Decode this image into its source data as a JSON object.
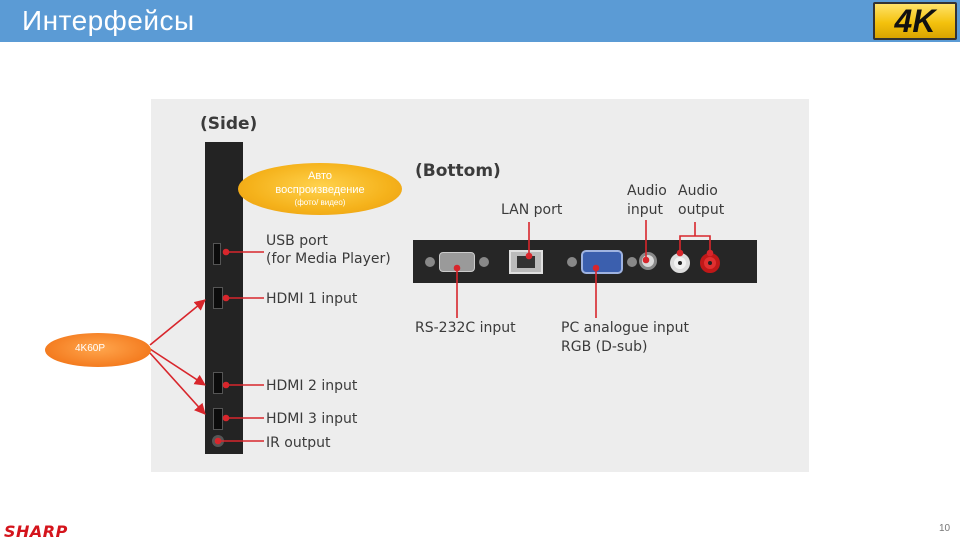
{
  "header": {
    "title": "Интерфейсы",
    "badge": "4K",
    "bg_color": "#5b9bd5"
  },
  "diagram": {
    "side_heading": "(Side)",
    "bottom_heading": "(Bottom)",
    "side_ports": {
      "usb_line1": "USB port",
      "usb_line2": "(for Media Player)",
      "hdmi1": "HDMI 1 input",
      "hdmi2": "HDMI 2 input",
      "hdmi3": "HDMI 3 input",
      "ir": "IR output"
    },
    "bottom_ports": {
      "lan": "LAN port",
      "audio_in_line1": "Audio",
      "audio_in_line2": "input",
      "audio_out_line1": "Audio",
      "audio_out_line2": "output",
      "rs232c": "RS-232C input",
      "pc_line1": "PC analogue input",
      "pc_line2": "RGB (D-sub)"
    },
    "callout_color": "#d8262c"
  },
  "callouts": {
    "autoplay_line1": "Авто",
    "autoplay_line2": "воспроизведение",
    "autoplay_line3": "(фото/ видео)",
    "hdmi_spec": "4K60P"
  },
  "footer": {
    "logo": "SHARP",
    "page_number": "10"
  },
  "icons": [
    "usb-icon",
    "hdmi-icon",
    "ir-jack-icon",
    "db9-icon",
    "rj45-icon",
    "vga-icon",
    "audio-jack-icon",
    "rca-white-icon",
    "rca-red-icon"
  ]
}
